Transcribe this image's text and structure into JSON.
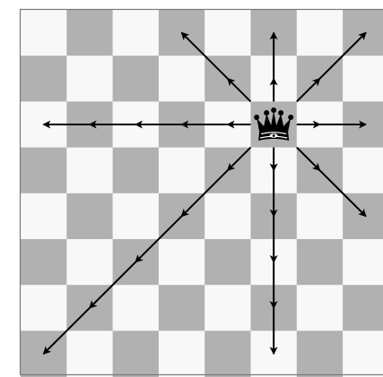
{
  "diagram": {
    "subject": "queen-moves",
    "piece": {
      "name": "queen",
      "color": "black",
      "file": "f",
      "rank": 6
    },
    "colors": {
      "light_square": "#f8f8f8",
      "dark_square": "#b1b1b1",
      "frame": "#7a7a7a",
      "arrow": "#000000",
      "piece": "#000000"
    },
    "move_rays": [
      {
        "direction": "north",
        "steps": 2
      },
      {
        "direction": "south",
        "steps": 5
      },
      {
        "direction": "west",
        "steps": 5
      },
      {
        "direction": "east",
        "steps": 2
      },
      {
        "direction": "north-west",
        "steps": 2
      },
      {
        "direction": "north-east",
        "steps": 2
      },
      {
        "direction": "south-west",
        "steps": 5
      },
      {
        "direction": "south-east",
        "steps": 2
      }
    ]
  }
}
